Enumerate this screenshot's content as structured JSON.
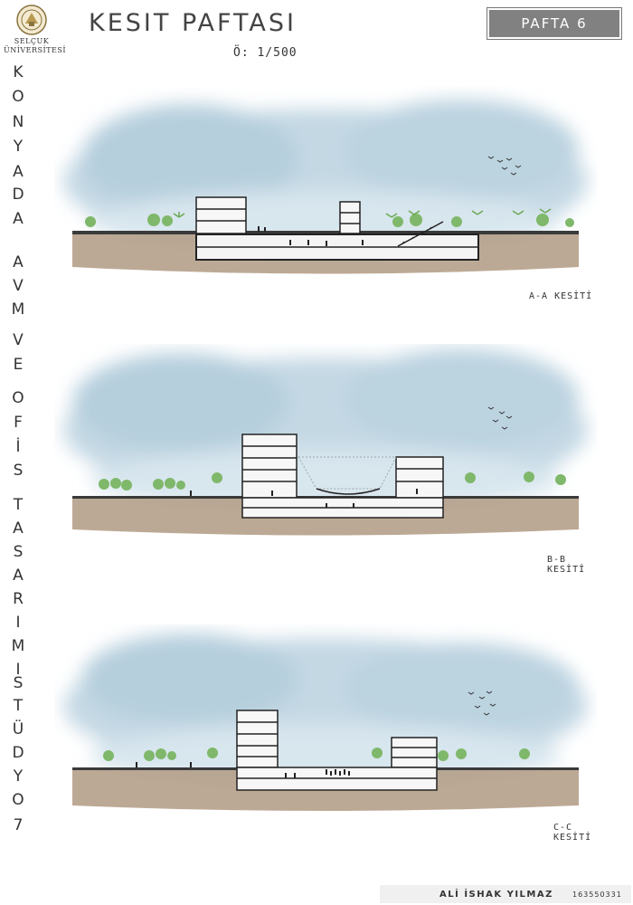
{
  "header": {
    "logo_line1": "SELÇUK",
    "logo_line2": "ÜNİVERSİTESİ",
    "title": "KESIT PAFTASI",
    "scale": "Ö: 1/500",
    "sheet": "PAFTA 6"
  },
  "side_title": {
    "letters": [
      "K",
      "O",
      "N",
      "Y",
      "A",
      "D",
      "A",
      "A",
      "V",
      "M",
      "V",
      "E",
      "O",
      "F",
      "İ",
      "S",
      "T",
      "A",
      "S",
      "A",
      "R",
      "I",
      "M",
      "I",
      "S",
      "T",
      "Ü",
      "D",
      "Y",
      "O",
      "7"
    ]
  },
  "sections": [
    {
      "label": "A-A KESİTİ"
    },
    {
      "label": "B-B KESİTİ"
    },
    {
      "label": "C-C KESİTİ"
    }
  ],
  "footer": {
    "author": "ALİ İSHAK YILMAZ",
    "student_no": "163550331"
  },
  "colors": {
    "sky": "#c4d8e4",
    "ground": "#b09a82",
    "tree": "#7fb86a",
    "palm": "#69a850",
    "sheet_box": "#818181"
  }
}
